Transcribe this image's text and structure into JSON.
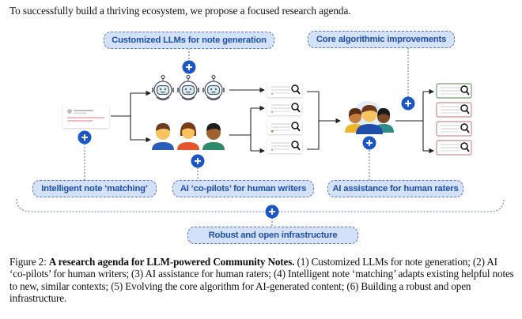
{
  "intro_text": "To successfully build a thriving ecosystem, we propose a focused research agenda.",
  "labels": {
    "customized_llms": "Customized LLMs for note generation",
    "core_algorithm": "Core algorithmic improvements",
    "note_matching": "Intelligent note ‘matching’",
    "copilots": "AI ‘co-pilots’ for human writers",
    "rater_assistance": "AI assistance for human raters",
    "infrastructure": "Robust and open infrastructure"
  },
  "icons": {
    "post": "social-post-icon",
    "robots": [
      "robot-icon",
      "robot-icon",
      "robot-icon"
    ],
    "writers": [
      "person-icon",
      "person-icon",
      "person-icon"
    ],
    "raters": "people-group-icon",
    "plus": "plus-circle-icon",
    "note": "note-card-search-icon"
  },
  "colors": {
    "pill_fill": "#d3e2f8",
    "pill_text": "#1f4ea8",
    "plus_fill": "#1a56c8",
    "helpful_border": "#6aa56a",
    "not_helpful_border": "#d88a8a"
  },
  "output_notes": [
    "helpful",
    "not-helpful",
    "not-helpful",
    "not-helpful"
  ],
  "caption": {
    "prefix": "Figure 2: ",
    "title": "A research agenda for LLM-powered Community Notes.",
    "body": " (1) Customized LLMs for note generation; (2) AI ‘co-pilots’ for human writers; (3) AI assistance for human raters; (4) Intelligent note ‘matching’ adapts existing helpful notes to new, similar contexts; (5) Evolving the core algorithm for AI-generated content; (6) Building a robust and open infrastructure."
  }
}
